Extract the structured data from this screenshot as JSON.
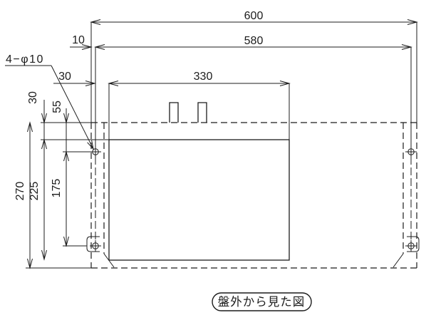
{
  "drawing": {
    "dimensions": {
      "overall_width": "600",
      "hole_pitch_width": "580",
      "edge_to_hole_offset": "10",
      "hole_to_device_offset": "30",
      "device_width": "330",
      "panel_top_to_device": "30",
      "panel_top_to_hole": "55",
      "panel_height": "270",
      "device_height": "225",
      "hole_pitch_height": "175"
    },
    "hole_callout": "4−φ10",
    "caption": "盤外から見た図",
    "colors": {
      "line": "#1c1c1c",
      "background": "#ffffff"
    }
  }
}
